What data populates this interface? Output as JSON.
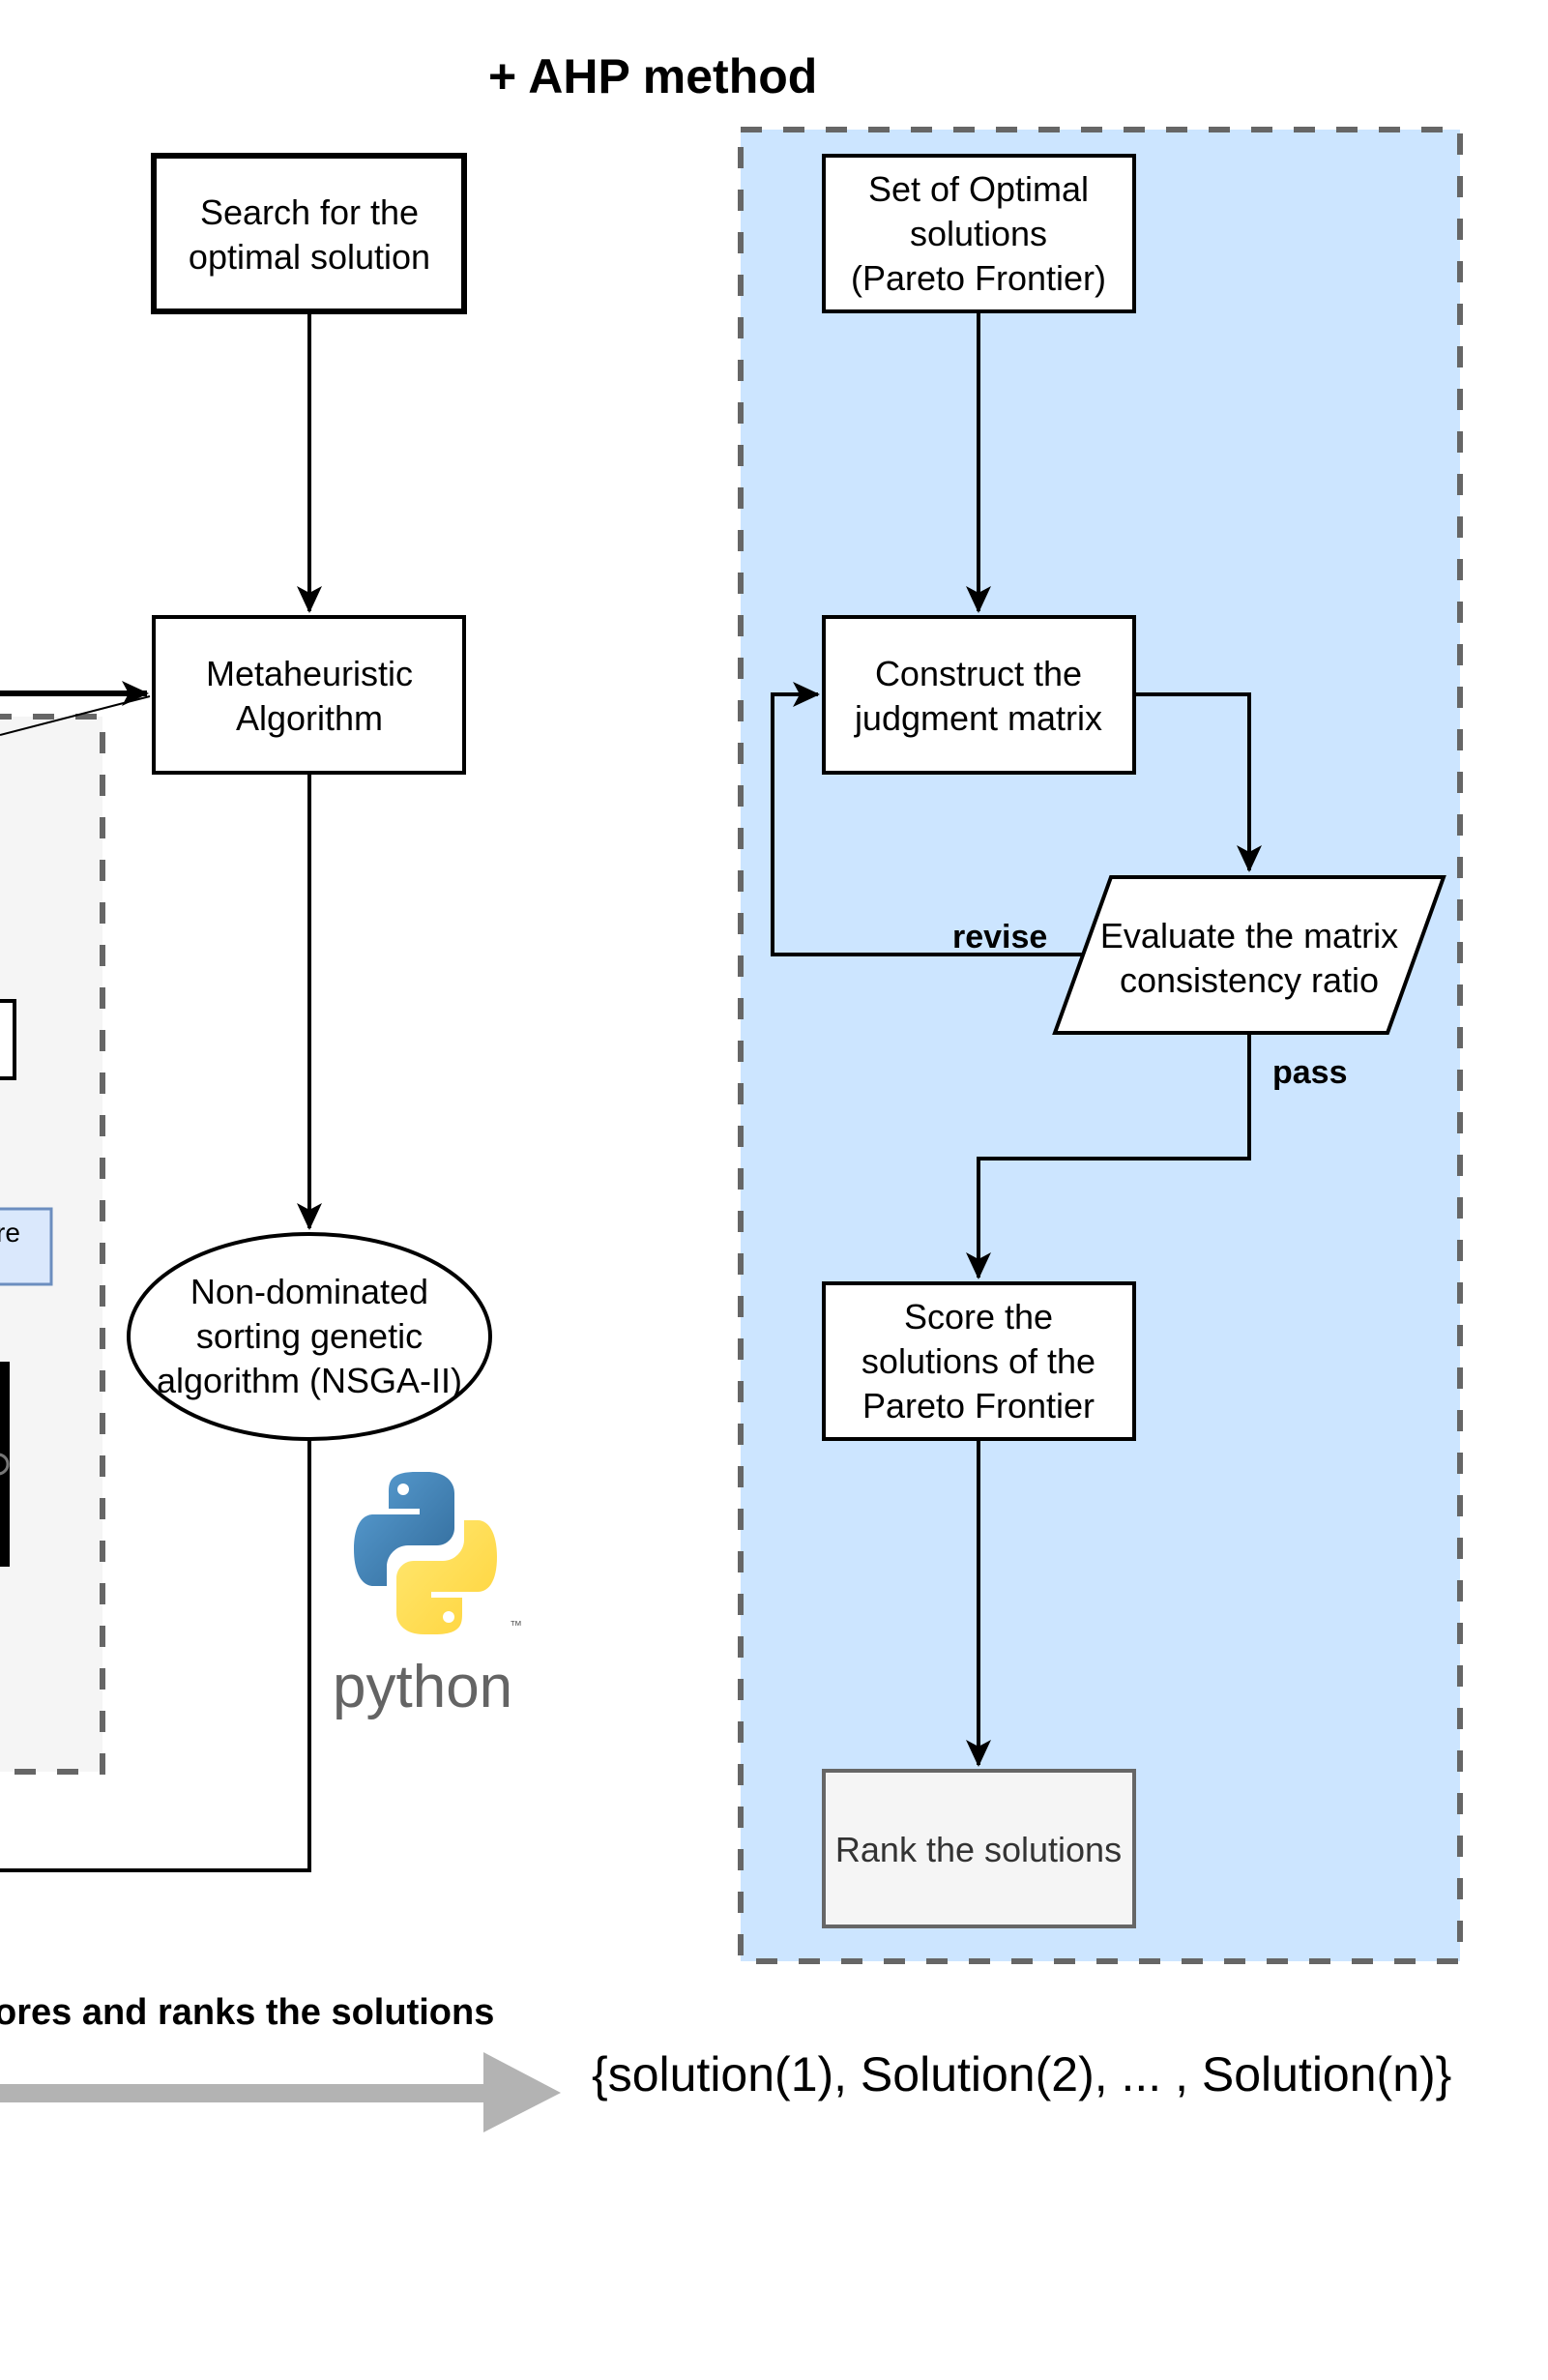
{
  "title": "+ AHP method",
  "left_flow": {
    "search_box": [
      "Search for the",
      "optimal solution"
    ],
    "metaheuristic_box": [
      "Metaheuristic",
      "Algorithm"
    ],
    "nsga_ellipse": [
      "Non-dominated",
      "sorting genetic",
      "algorithm (NSGA-II)"
    ],
    "python_logo_text": "python",
    "python_tm": "™"
  },
  "left_panel": {
    "partial_box_text": "re"
  },
  "ahp_panel": {
    "set_box": [
      "Set of Optimal",
      "solutions",
      "(Pareto Frontier)"
    ],
    "construct_box": [
      "Construct the",
      "judgment matrix"
    ],
    "evaluate_box": [
      "Evaluate the matrix",
      "consistency ratio"
    ],
    "revise_label": "revise",
    "pass_label": "pass",
    "score_box": [
      "Score the",
      "solutions of the",
      "Pareto Frontier"
    ],
    "rank_box": "Rank the solutions"
  },
  "bottom": {
    "caption": "ores and ranks the solutions",
    "result_set": "{solution(1), Solution(2), ... , Solution(n)}"
  },
  "colors": {
    "ahp_panel_fill": "#cce5ff",
    "left_panel_fill": "#f5f5f5",
    "dash_stroke": "#666666",
    "rank_fill": "#f5f5f5",
    "big_arrow": "#b3b3b3",
    "light_box_fill": "#dae8fc",
    "light_box_stroke": "#6c8ebf",
    "python_blue": "#3a73a9",
    "python_yellow": "#ffd43b",
    "python_text": "#646464"
  }
}
